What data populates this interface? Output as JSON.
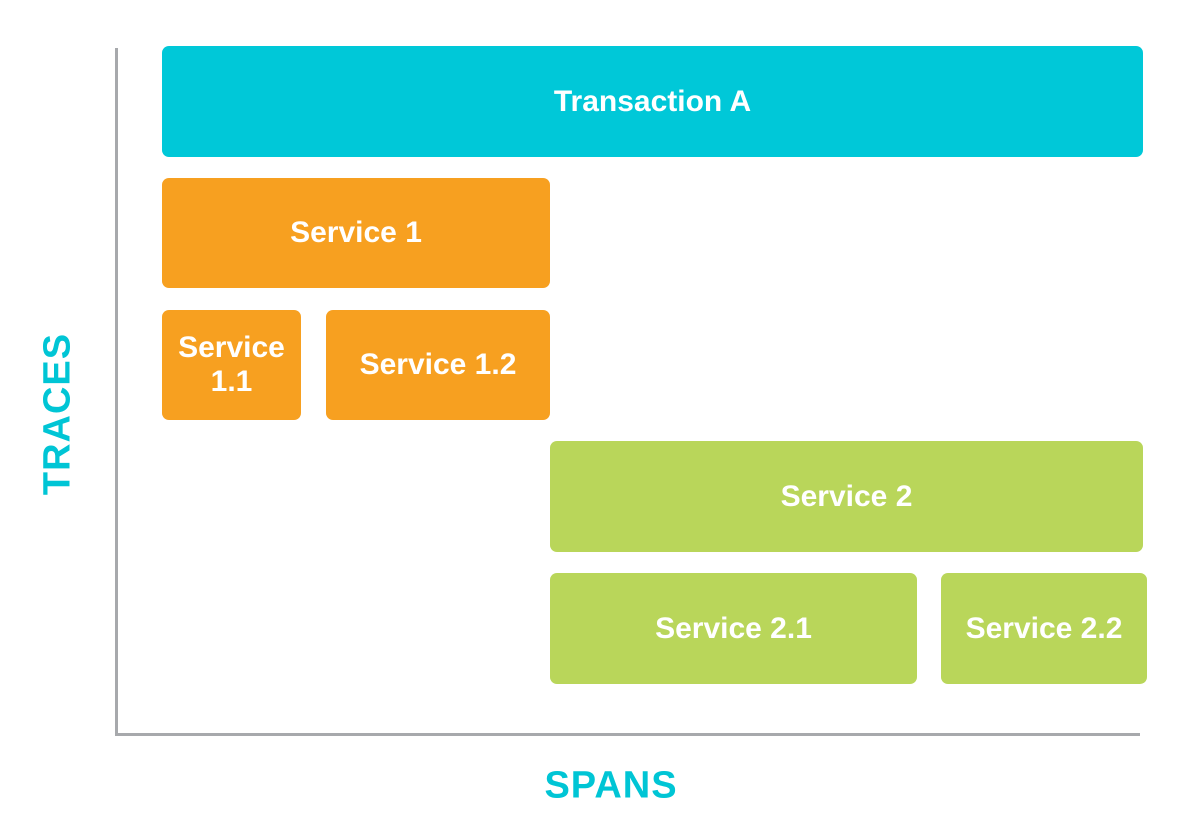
{
  "axes": {
    "x_label": "SPANS",
    "y_label": "TRACES",
    "label_color": "#00c5d5"
  },
  "colors": {
    "transaction": "#00c8d8",
    "service_1": "#f7a020",
    "service_2": "#b9d65a",
    "text": "#ffffff",
    "axis_line": "#a7a9ac"
  },
  "spans": {
    "transaction_a": "Transaction A",
    "service_1": "Service 1",
    "service_1_1": "Service 1.1",
    "service_1_2": "Service 1.2",
    "service_2": "Service 2",
    "service_2_1": "Service 2.1",
    "service_2_2": "Service 2.2"
  }
}
